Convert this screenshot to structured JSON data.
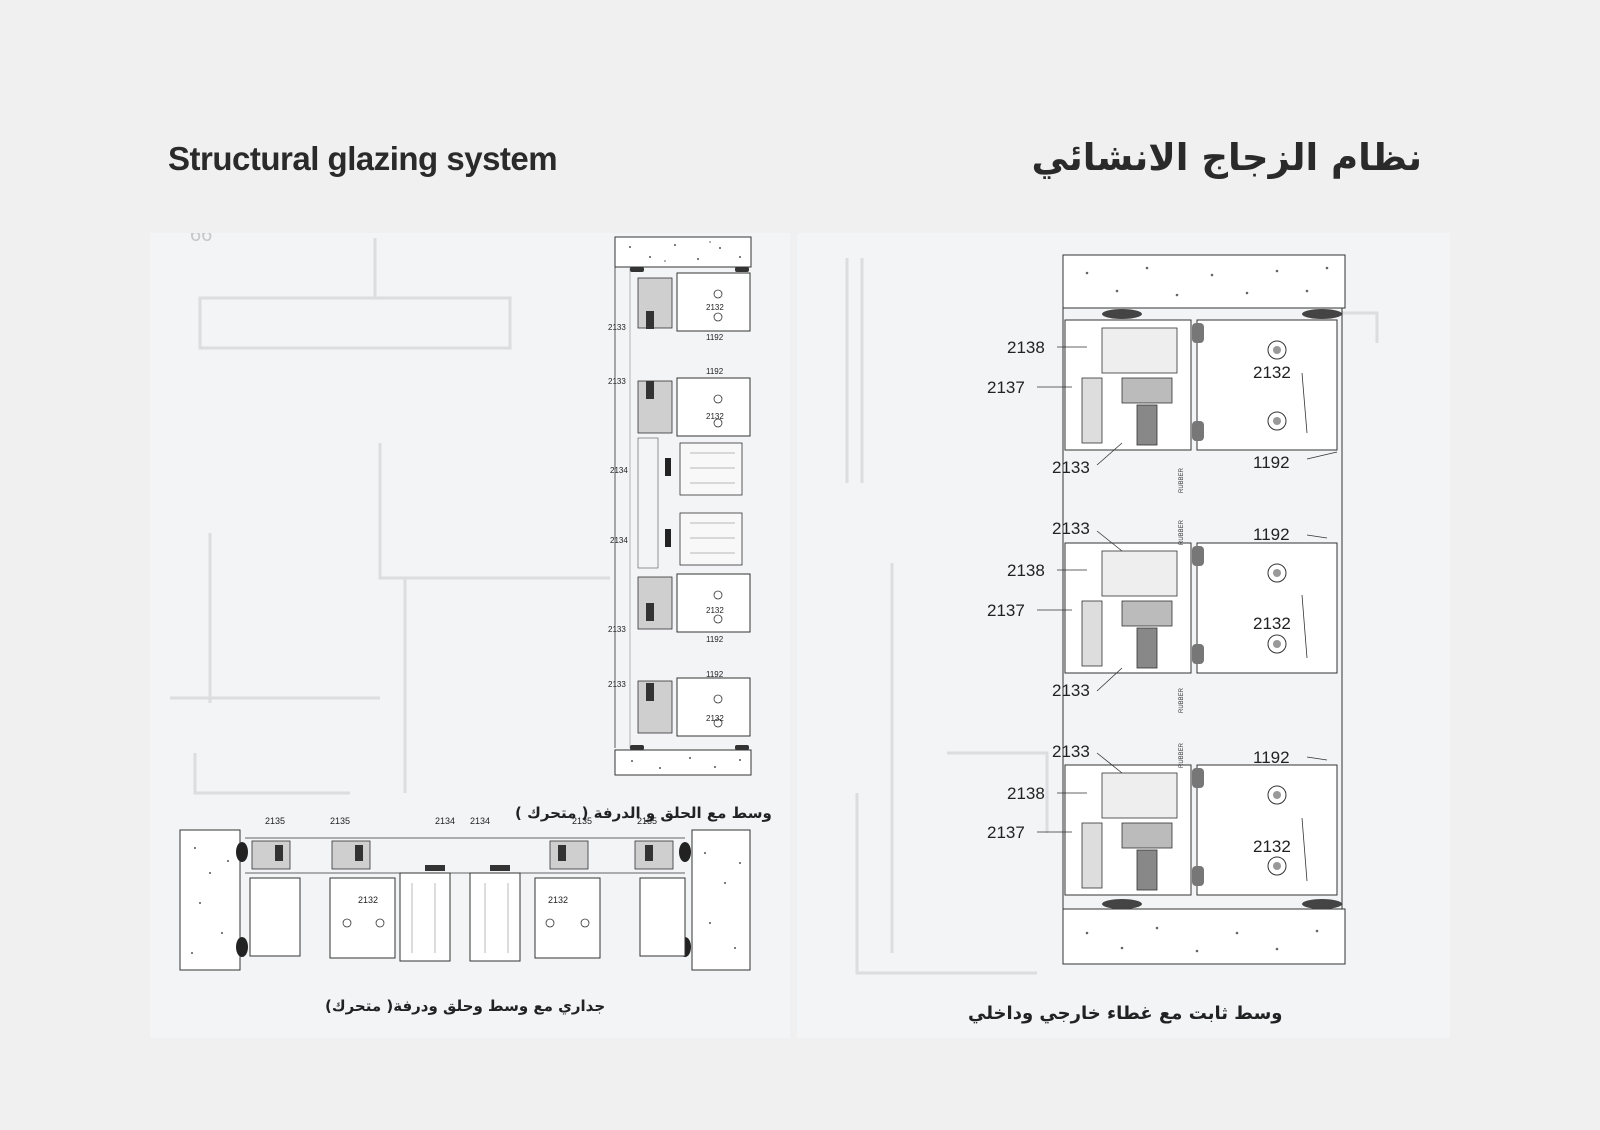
{
  "header": {
    "title_en": "Structural glazing system",
    "title_ar": "نظام الزجاج الانشائي"
  },
  "captions": {
    "left_vertical": "وسط مع الحلق و الدرفة ( متحرك )",
    "left_horizontal": "جداري مع وسط وحلق ودرفة( متحرك)",
    "right_vertical": "وسط ثابت مع غطاء خارجي وداخلي"
  },
  "labels": {
    "lv": [
      [
        "2132",
        "1192"
      ],
      [
        "2133"
      ],
      [
        "1192",
        "2132"
      ],
      [
        "2133"
      ],
      [
        "2134"
      ],
      [
        "2134"
      ],
      [
        "2132",
        "1192"
      ],
      [
        "2133"
      ],
      [
        "1192",
        "2132"
      ],
      [
        "2133"
      ]
    ],
    "lh": [
      "2135",
      "2135",
      "2134",
      "2134",
      "2135",
      "2135",
      "2132",
      "2132"
    ],
    "rv_left": [
      [
        "2138",
        "2137",
        "2133"
      ],
      [
        "2133",
        "2138",
        "2137",
        "2133"
      ],
      [
        "2133",
        "2138",
        "2137"
      ]
    ],
    "rv_right": [
      [
        "2132",
        "1192"
      ],
      [
        "1192",
        "2132"
      ],
      [
        "1192",
        "2132"
      ]
    ],
    "rubber": "RUBBER"
  }
}
